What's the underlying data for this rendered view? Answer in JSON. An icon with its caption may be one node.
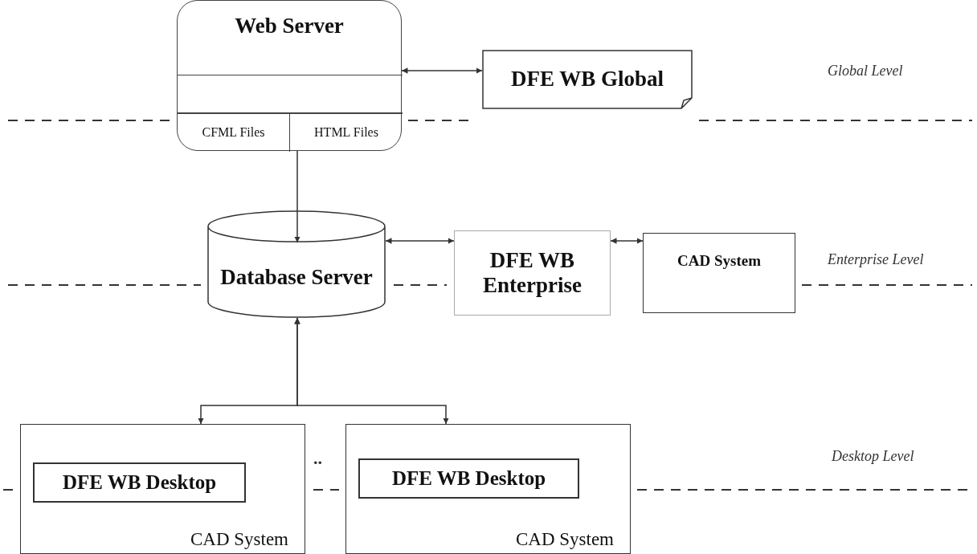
{
  "diagram": {
    "nodes": [
      {
        "text": [
          "Web Server"
        ]
      },
      {
        "text": [],
        "shape": "box",
        "in": 0
      },
      {
        "text": [
          "CFML Files"
        ],
        "in": 0
      },
      {
        "text": [
          "HTML Files"
        ],
        "in": 0
      },
      {
        "text": [
          "DFE WB Global"
        ]
      },
      {
        "text": [
          "Database Server"
        ]
      },
      {
        "text": [
          "DFE WB Enterprise"
        ]
      },
      {
        "text": [
          "CAD System"
        ]
      },
      {
        "text": [
          "CAD System"
        ]
      },
      {
        "text": [
          "DFE WB Desktop"
        ],
        "in": 8
      },
      {
        "text": [
          "CAD System"
        ]
      },
      {
        "text": [
          "DFE WB Desktop"
        ],
        "in": 10
      }
    ],
    "edges": [
      {
        "from": 0,
        "to": 4,
        "arrow": "both"
      },
      {
        "from": 0,
        "to": 5,
        "arrow": "to"
      },
      {
        "from": 5,
        "to": 6,
        "arrow": "both"
      },
      {
        "from": 6,
        "to": 7,
        "arrow": "both"
      },
      {
        "from": 5,
        "to": 8,
        "arrow": "both"
      },
      {
        "from": 5,
        "to": 10,
        "arrow": "both"
      }
    ],
    "labels": [
      "Global Level",
      "Enterprise Level",
      "..",
      "Desktop Level"
    ]
  }
}
